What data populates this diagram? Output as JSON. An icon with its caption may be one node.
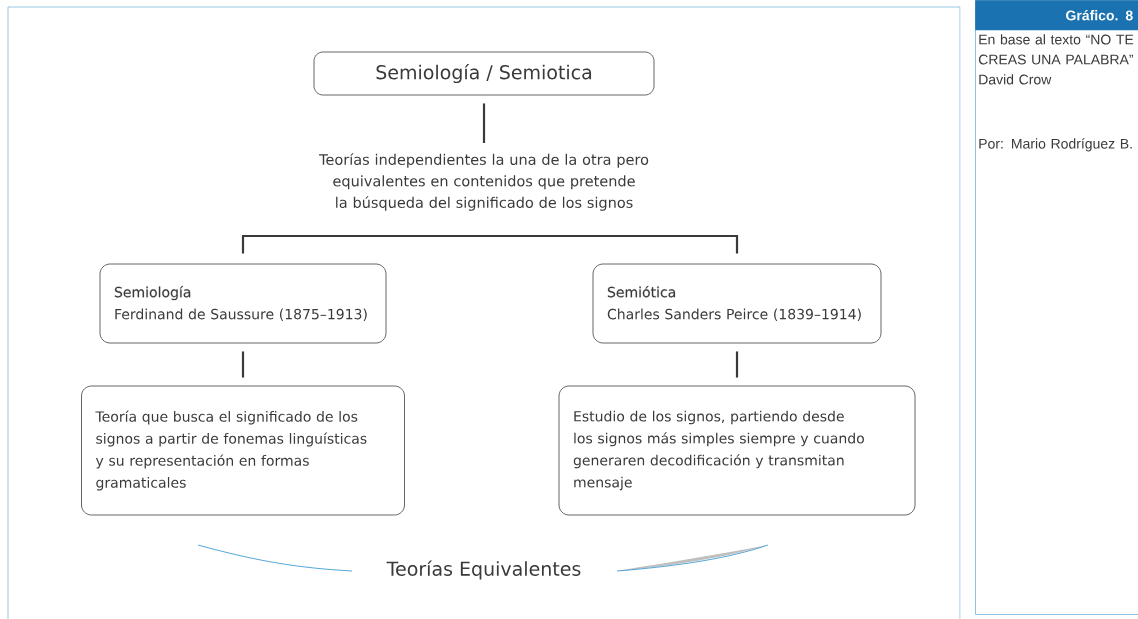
{
  "diagram": {
    "nodes": [
      {
        "text": [
          "Semiología / Semiotica"
        ]
      },
      {
        "text": [
          "Teorías independientes la una de la otra pero equivalentes en contenidos que pretende la búsqueda del significado de los signos"
        ]
      },
      {
        "text": [
          "Semiología",
          "Ferdinand de Saussure (1875–1913)"
        ]
      },
      {
        "text": [
          "Semiótica",
          "Charles Sanders Peirce (1839–1914)"
        ]
      },
      {
        "text": [
          "Teoría que busca el significado de los signos a partir de fonemas linguísticas y su representación en formas gramaticales"
        ]
      },
      {
        "text": [
          "Estudio de los signos, partiendo desde los signos más simples siempre y cuando generaren decodificación  y transmitan mensaje"
        ]
      },
      {
        "text": [
          "Gráfico. 8",
          "En base al texto “NO TE CREAS UNA PALABRA” David Crow",
          "Por: Mario Rodríguez B."
        ]
      }
    ],
    "edges": [
      {
        "from": 0,
        "to": 1,
        "arrow": "none"
      },
      {
        "from": 1,
        "to": 2,
        "arrow": "none"
      },
      {
        "from": 1,
        "to": 3,
        "arrow": "none"
      },
      {
        "from": 2,
        "to": 4,
        "arrow": "none"
      },
      {
        "from": 3,
        "to": 5,
        "arrow": "none"
      }
    ],
    "labels": [
      "Teorías Equivalentes"
    ]
  }
}
